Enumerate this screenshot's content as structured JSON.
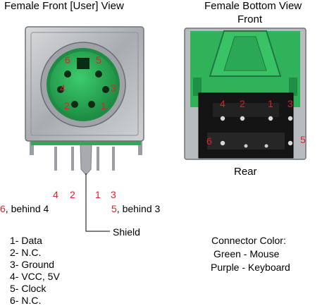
{
  "titles": {
    "front": "Female Front [User] View",
    "bottom": "Female Bottom View",
    "front_side": "Front",
    "rear_side": "Rear"
  },
  "front_pins": {
    "p6": "6",
    "p5": "5",
    "p4": "4",
    "p3": "3",
    "p2": "2",
    "p1": "1"
  },
  "bottom_pins": {
    "p4": "4",
    "p2": "2",
    "p1": "1",
    "p3": "3",
    "p6": "6",
    "p5": "5"
  },
  "leg_labels": {
    "p4": "4",
    "p2": "2",
    "p1": "1",
    "p3": "3"
  },
  "behind": {
    "six_num": "6",
    "six_text": ", behind 4",
    "five_num": "5",
    "five_text": ", behind 3"
  },
  "shield_label": "Shield",
  "pinout": [
    "1- Data",
    "2- N.C.",
    "3- Ground",
    "4- VCC, 5V",
    "5- Clock",
    "6- N.C."
  ],
  "connector_color": {
    "heading": "Connector Color:",
    "green": "Green - Mouse",
    "purple": "Purple - Keyboard"
  },
  "colors": {
    "pin_label": "#e0202a",
    "connector_green": "#2fb25a",
    "metal": "#b8bcc0"
  }
}
